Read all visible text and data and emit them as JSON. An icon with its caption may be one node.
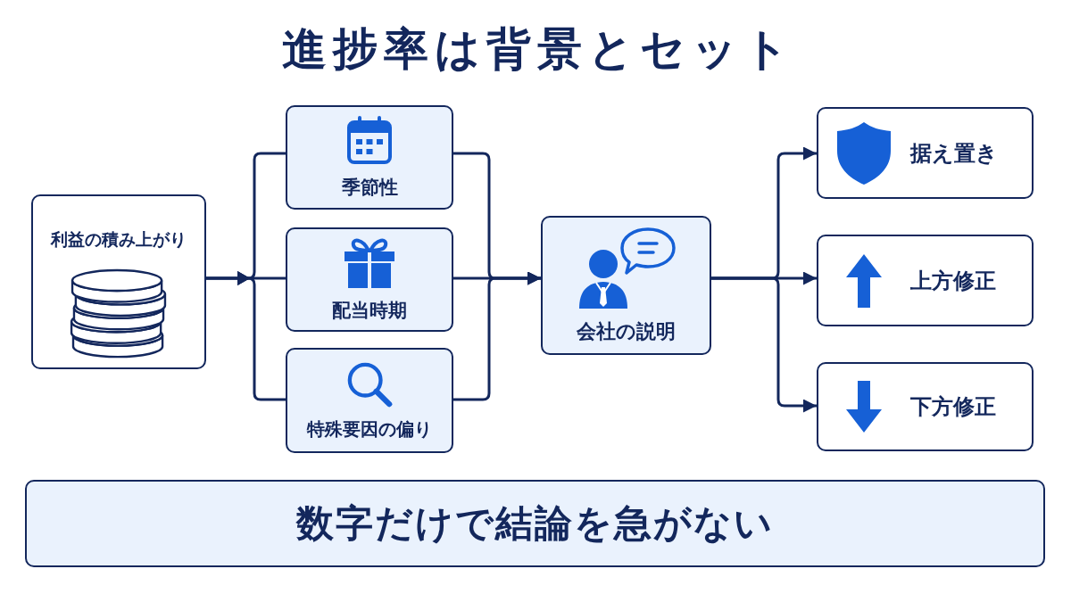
{
  "diagram": {
    "title": "進捗率は背景とセット",
    "nodes": [
      {
        "text": [
          "利益の積み上がり"
        ]
      },
      {
        "text": [
          "季節性"
        ]
      },
      {
        "text": [
          "配当時期"
        ]
      },
      {
        "text": [
          "特殊要因の偏り"
        ]
      },
      {
        "text": [
          "会社の説明"
        ]
      },
      {
        "text": [
          "据え置き"
        ]
      },
      {
        "text": [
          "上方修正"
        ]
      },
      {
        "text": [
          "下方修正"
        ]
      },
      {
        "text": [
          "数字だけで結論を急がない"
        ]
      }
    ],
    "edges": [
      {
        "from": 0,
        "to": 1,
        "arrow": "to"
      },
      {
        "from": 0,
        "to": 2,
        "arrow": "to"
      },
      {
        "from": 0,
        "to": 3,
        "arrow": "to"
      },
      {
        "from": 1,
        "to": 4,
        "arrow": "to"
      },
      {
        "from": 2,
        "to": 4,
        "arrow": "to"
      },
      {
        "from": 3,
        "to": 4,
        "arrow": "to"
      },
      {
        "from": 4,
        "to": 5,
        "arrow": "to"
      },
      {
        "from": 4,
        "to": 6,
        "arrow": "to"
      },
      {
        "from": 4,
        "to": 7,
        "arrow": "to"
      }
    ]
  }
}
